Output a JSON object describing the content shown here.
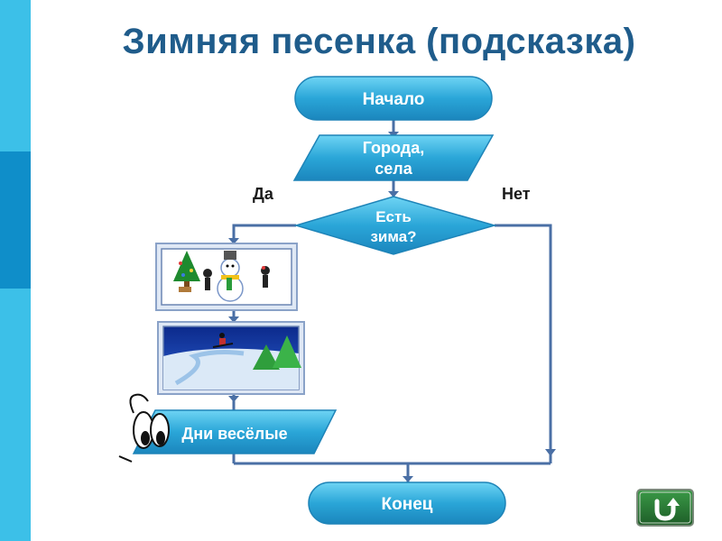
{
  "slide": {
    "title": "Зимняя песенка (подсказка)"
  },
  "flowchart": {
    "start": "Начало",
    "input_line1": "Города,",
    "input_line2": "села",
    "decision_line1": "Есть",
    "decision_line2": "зима?",
    "yes_label": "Да",
    "no_label": "Нет",
    "process": "Дни весёлые",
    "end": "Конец"
  },
  "colors": {
    "accent": "#2aa6d8",
    "title": "#1f5c8b",
    "line": "#4a6fa5"
  },
  "icons": {
    "nav": "return-arrow-icon"
  }
}
